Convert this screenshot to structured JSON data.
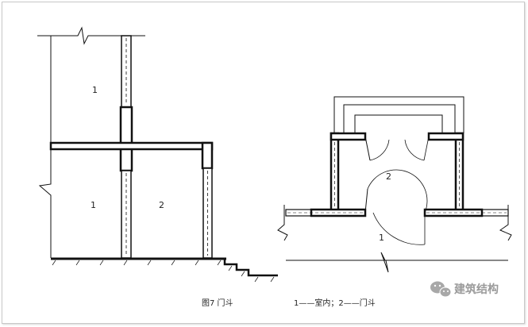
{
  "left_plan": {
    "label_top_room": "1",
    "label_bottom_left_room": "1",
    "label_bottom_right_room": "2"
  },
  "right_plan": {
    "label_vestibule": "2",
    "label_indoor": "1"
  },
  "caption": {
    "figure": "图7 门斗",
    "legend": "1——室内；2——门斗"
  },
  "watermark": {
    "text": "建筑结构",
    "icon": "wechat-icon",
    "color": "#9a9a9a"
  }
}
